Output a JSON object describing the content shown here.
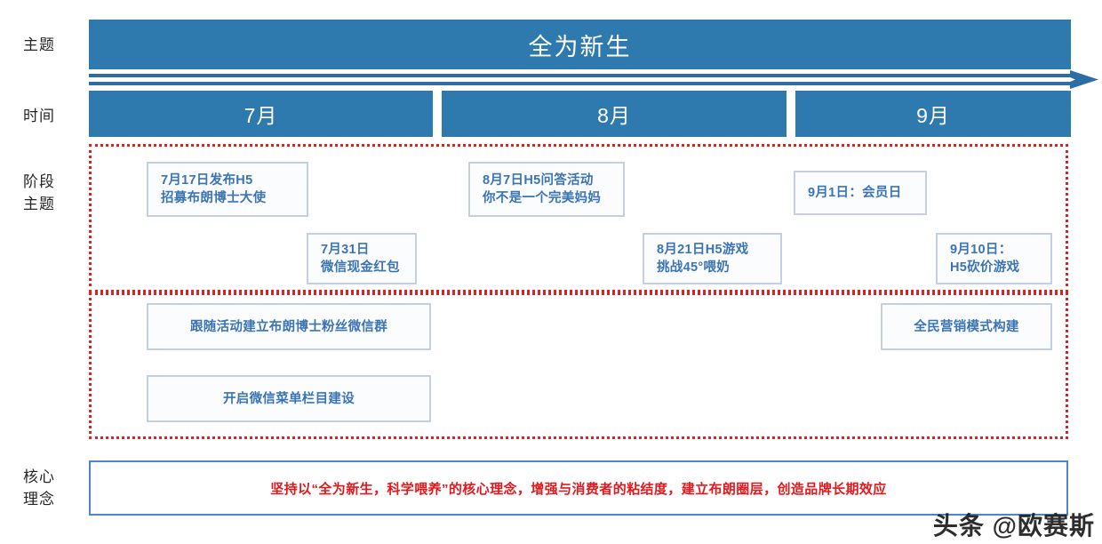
{
  "row_labels": {
    "theme": "主题",
    "time": "时间",
    "stage": "阶段\n主题",
    "core": "核心\n理念"
  },
  "theme_banner": {
    "title": "全为新生"
  },
  "timeline": {
    "arrow_icon": "right-arrow-icon",
    "months": [
      {
        "label": "7月"
      },
      {
        "label": "8月"
      },
      {
        "label": "9月"
      }
    ]
  },
  "stage_region": {
    "campaign_cards": [
      {
        "id": "0717",
        "text": "7月17日发布H5\n招募布朗博士大使"
      },
      {
        "id": "0807",
        "text": "8月7日H5问答活动\n你不是一个完美妈妈"
      },
      {
        "id": "0901",
        "text": "9月1日：会员日"
      },
      {
        "id": "0731",
        "text": "7月31日\n微信现金红包"
      },
      {
        "id": "0821",
        "text": "8月21日H5游戏\n挑战45°喂奶"
      },
      {
        "id": "0910",
        "text": "9月10日：\nH5砍价游戏"
      }
    ],
    "platform_cards": [
      {
        "id": "fans",
        "text": "跟随活动建立布朗博士粉丝微信群"
      },
      {
        "id": "menu",
        "text": "开启微信菜单栏目建设"
      },
      {
        "id": "model",
        "text": "全民营销模式构建"
      }
    ]
  },
  "core_concept": {
    "text": "坚持以“全为新生，科学喂养”的核心理念，增强与消费者的粘结度，建立布朗圈层，创造品牌长期效应"
  },
  "watermark": {
    "text": "头条 @欧赛斯"
  },
  "colors": {
    "banner_blue": "#2e79ad",
    "card_border": "#c4d0e2",
    "card_text": "#3b74b4",
    "dotted_red": "#e02020",
    "core_border": "#4a86c8",
    "core_text": "#e3181c",
    "arrow_blue": "#2e6da4"
  }
}
